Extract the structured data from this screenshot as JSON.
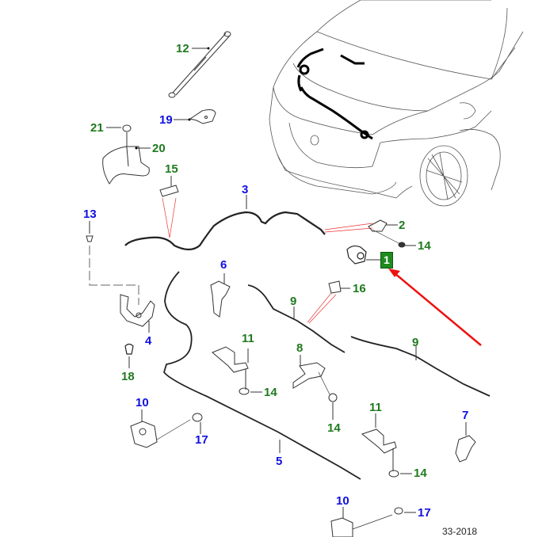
{
  "diagram": {
    "title": "Hood latch and release cable components",
    "reference_code": "33-2018",
    "colors": {
      "callout_blue": "#1010e0",
      "callout_green": "#1f7a1f",
      "highlight_bg": "#1f8a1f",
      "pointer_arrow": "#ee1111",
      "leader_red": "#ee3333",
      "line_art": "#333333"
    },
    "highlighted_part": "1",
    "callouts": [
      {
        "id": "c1",
        "label": "1",
        "color": "highlight",
        "part": "hood-release-handle"
      },
      {
        "id": "c2",
        "label": "2",
        "color": "green",
        "part": "bracket"
      },
      {
        "id": "c3",
        "label": "3",
        "color": "blue",
        "part": "release-cable-primary"
      },
      {
        "id": "c4",
        "label": "4",
        "color": "blue",
        "part": "hood-latch-primary"
      },
      {
        "id": "c5",
        "label": "5",
        "color": "blue",
        "part": "release-cable-secondary"
      },
      {
        "id": "c6",
        "label": "6",
        "color": "blue",
        "part": "latch-bracket"
      },
      {
        "id": "c7",
        "label": "7",
        "color": "blue",
        "part": "striker-bracket"
      },
      {
        "id": "c8",
        "label": "8",
        "color": "green",
        "part": "hinge-assembly"
      },
      {
        "id": "c9a",
        "label": "9",
        "color": "green",
        "part": "cable-left"
      },
      {
        "id": "c9b",
        "label": "9",
        "color": "green",
        "part": "cable-right"
      },
      {
        "id": "c10a",
        "label": "10",
        "color": "blue",
        "part": "secondary-latch-left"
      },
      {
        "id": "c10b",
        "label": "10",
        "color": "blue",
        "part": "secondary-latch-right"
      },
      {
        "id": "c11a",
        "label": "11",
        "color": "green",
        "part": "hinge-left"
      },
      {
        "id": "c11b",
        "label": "11",
        "color": "green",
        "part": "hinge-right"
      },
      {
        "id": "c12",
        "label": "12",
        "color": "green",
        "part": "gas-strut"
      },
      {
        "id": "c13",
        "label": "13",
        "color": "blue",
        "part": "bump-stop"
      },
      {
        "id": "c14a",
        "label": "14",
        "color": "green",
        "part": "grommet"
      },
      {
        "id": "c14b",
        "label": "14",
        "color": "green",
        "part": "grommet"
      },
      {
        "id": "c14c",
        "label": "14",
        "color": "green",
        "part": "grommet"
      },
      {
        "id": "c14d",
        "label": "14",
        "color": "green",
        "part": "grommet"
      },
      {
        "id": "c15",
        "label": "15",
        "color": "green",
        "part": "clip"
      },
      {
        "id": "c16",
        "label": "16",
        "color": "green",
        "part": "cable-clip"
      },
      {
        "id": "c17a",
        "label": "17",
        "color": "blue",
        "part": "bolt"
      },
      {
        "id": "c17b",
        "label": "17",
        "color": "blue",
        "part": "bolt"
      },
      {
        "id": "c18",
        "label": "18",
        "color": "green",
        "part": "buffer"
      },
      {
        "id": "c19",
        "label": "19",
        "color": "blue",
        "part": "strut-bracket"
      },
      {
        "id": "c20",
        "label": "20",
        "color": "green",
        "part": "cover"
      },
      {
        "id": "c21",
        "label": "21",
        "color": "green",
        "part": "nut"
      }
    ]
  }
}
